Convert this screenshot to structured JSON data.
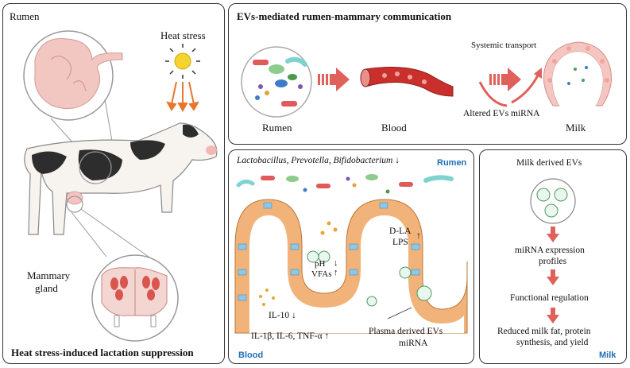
{
  "left_panel": {
    "rumen_label": "Rumen",
    "heat_stress_label": "Heat stress",
    "mammary_label_line1": "Mammary",
    "mammary_label_line2": "gland",
    "caption": "Heat stress-induced lactation suppression"
  },
  "top_panel": {
    "title": "EVs-mediated rumen-mammary communication",
    "rumen_label": "Rumen",
    "blood_label": "Blood",
    "systemic_label": "Systemic transport",
    "altered_label": "Altered EVs miRNA",
    "milk_label": "Milk"
  },
  "middle_panel": {
    "bacteria_label": "Lactobacillus, Prevotella, Bifidobacterium",
    "bacteria_arrow": "↓",
    "rumen_tag": "Rumen",
    "blood_tag": "Blood",
    "ph_label": "pH",
    "vfa_label": "VFAs",
    "dla_label": "D-LA",
    "lps_label": "LPS",
    "il10_label": "IL-10",
    "cytokines_label": "IL-1β, IL-6, TNF-α",
    "plasma_line1": "Plasma derived EVs",
    "plasma_line2": "miRNA"
  },
  "right_panel": {
    "milk_evs_label": "Milk derived EVs",
    "step1_line1": "miRNA expression",
    "step1_line2": "profiles",
    "step2": "Functional regulation",
    "step3_line1": "Reduced milk fat, protein",
    "step3_line2": "synthesis, and yield",
    "milk_tag": "Milk"
  },
  "colors": {
    "arrow_red": "#e0605a",
    "orange_arrow": "#e8762d",
    "tag_blue": "#1f6fb5",
    "villi_orange": "#f2b37a",
    "villi_blue": "#8cc8e8"
  }
}
